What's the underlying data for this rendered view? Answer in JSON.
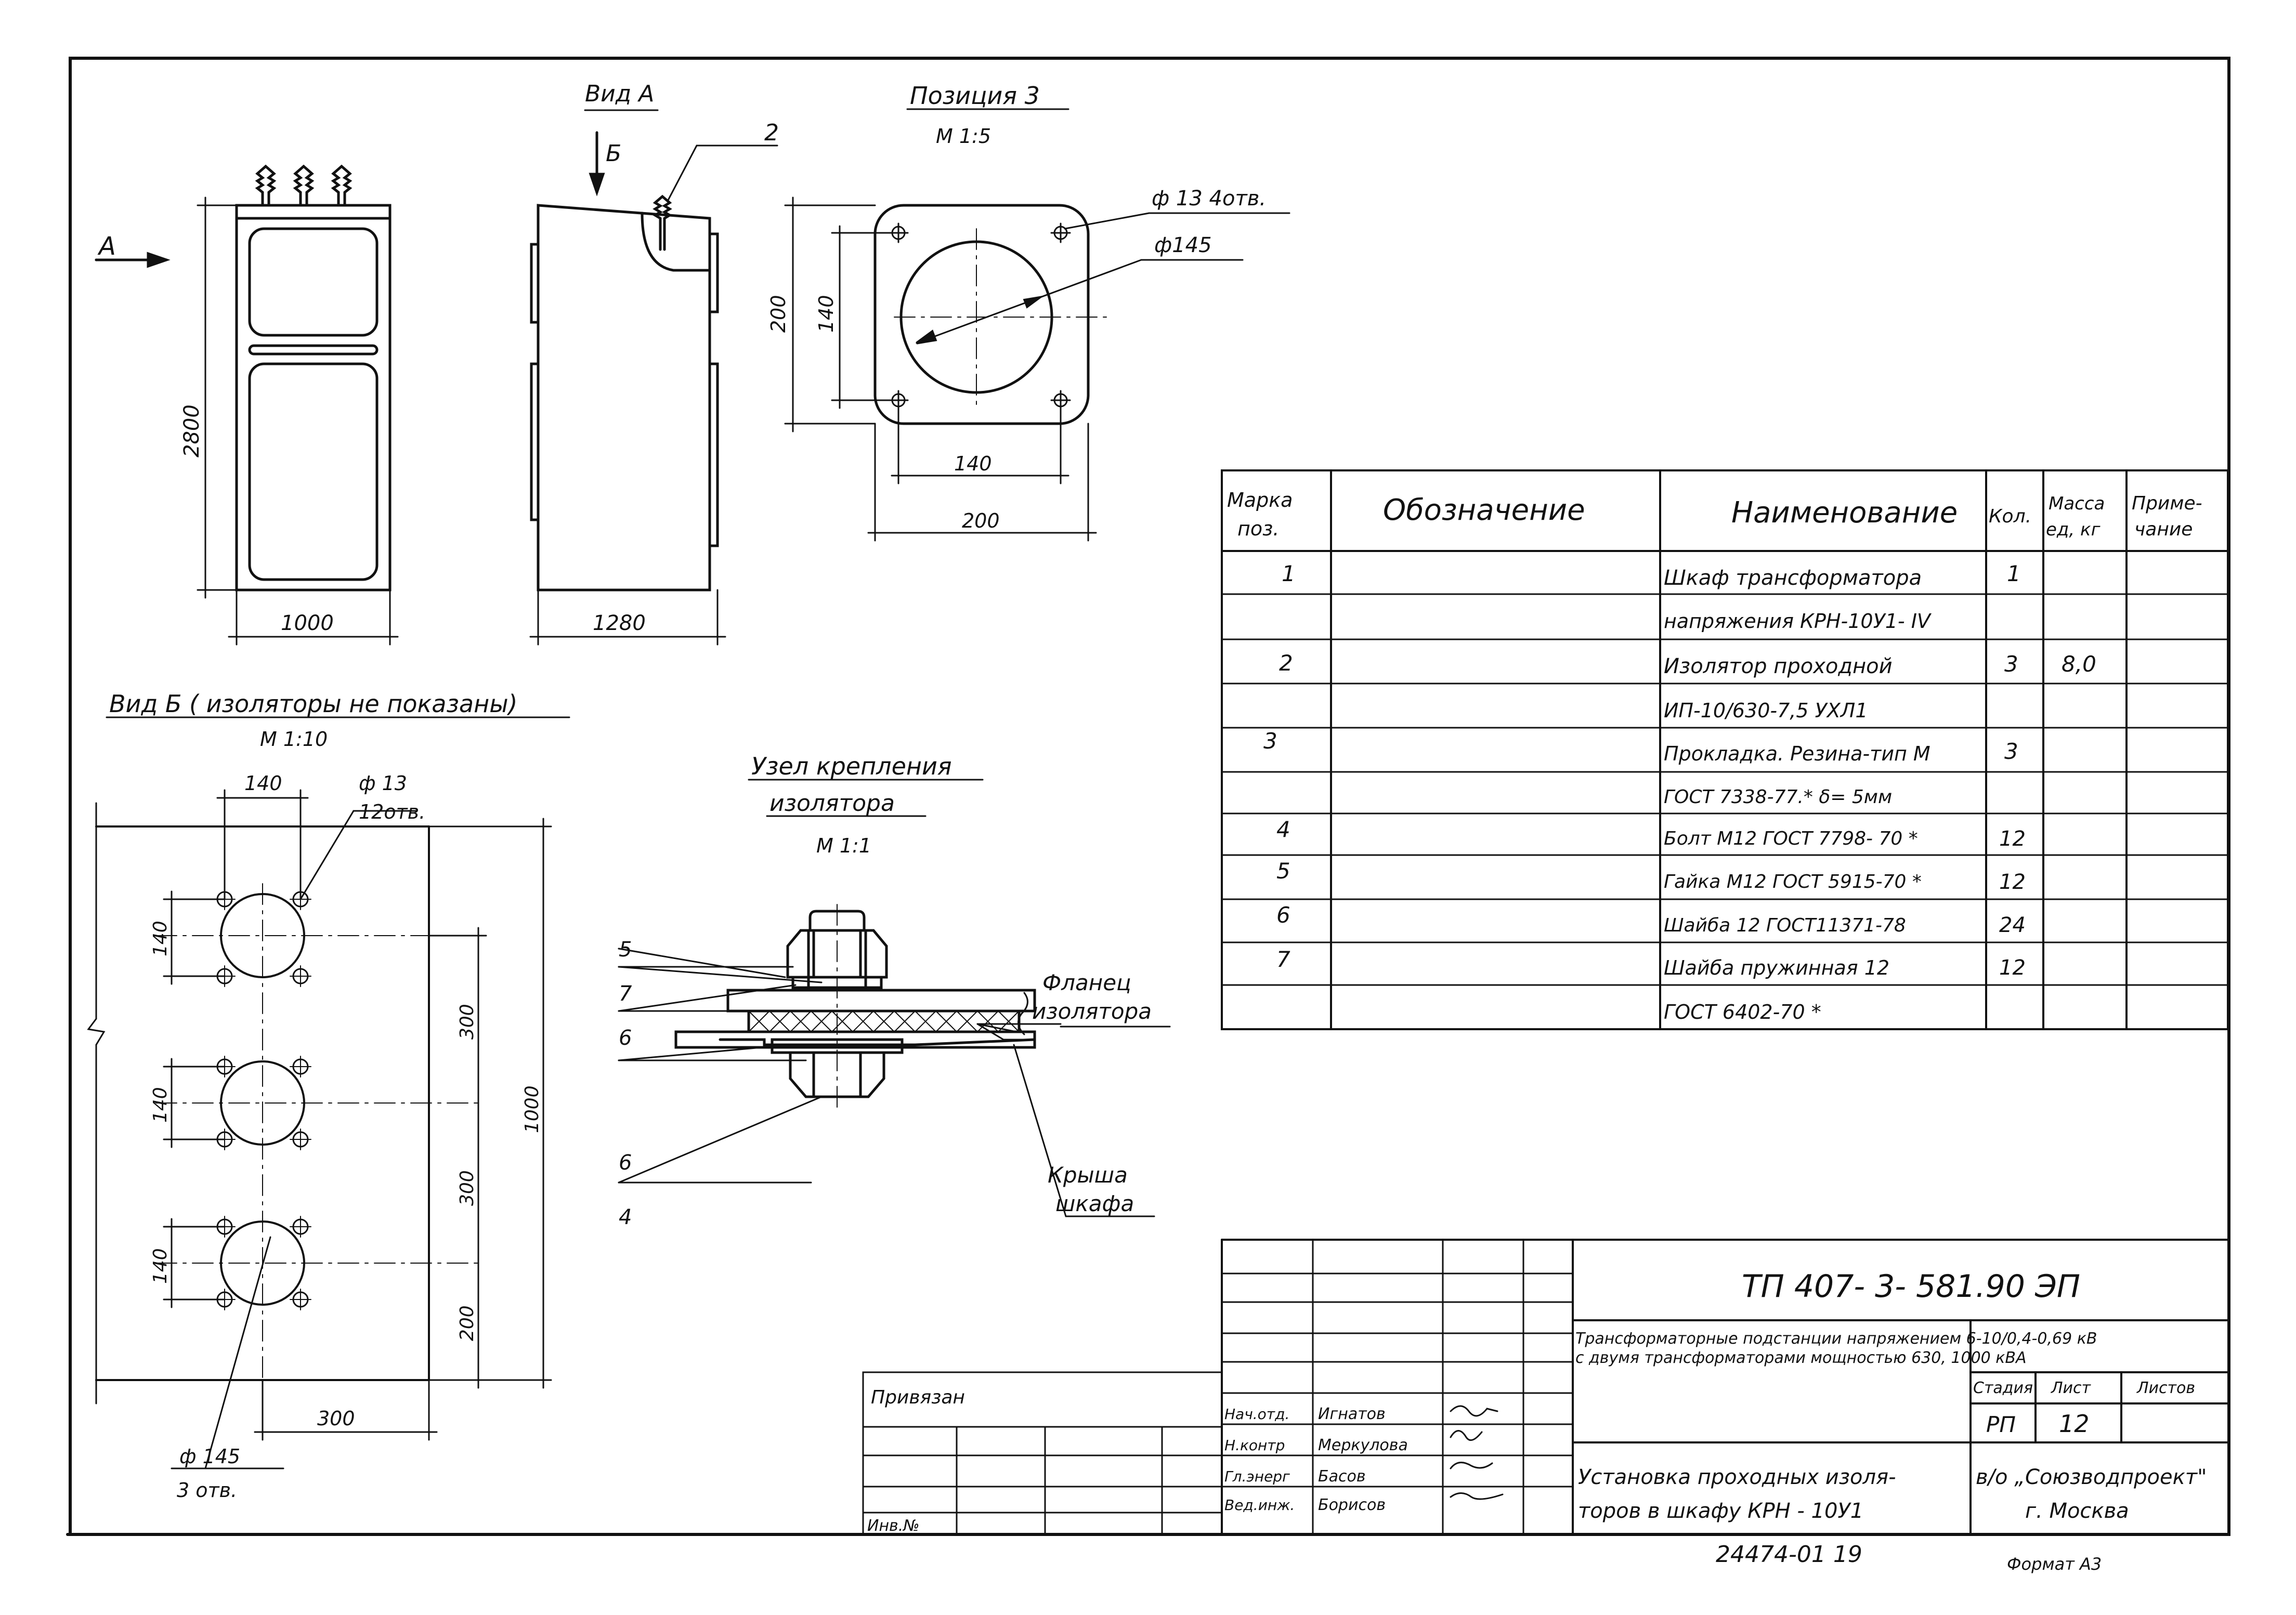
{
  "views": {
    "view_a_title": "Вид А",
    "arrow_b": "Б",
    "arrow_a": "А",
    "label_2": "2",
    "dim_2800": "2800",
    "dim_1000": "1000",
    "dim_1280": "1280",
    "position3_title": "Позиция 3",
    "position3_scale": "М 1:5",
    "phi13_4holes": "ф 13  4отв.",
    "phi145": "ф145",
    "dim_200_v": "200",
    "dim_140_v": "140",
    "dim_140_h": "140",
    "dim_200_h": "200",
    "view_b_title": "Вид Б ( изоляторы не показаны)",
    "view_b_scale": "М 1:10",
    "b_dim_140_top": "140",
    "b_phi13": "ф 13",
    "b_12holes": "12отв.",
    "b_dim_140_1": "140",
    "b_dim_140_2": "140",
    "b_dim_140_3": "140",
    "b_dim_300_1": "300",
    "b_dim_300_2": "300",
    "b_dim_200": "200",
    "b_dim_1000": "1000",
    "b_dim_300_bottom": "300",
    "b_phi145": "ф 145",
    "b_3holes": "3 отв.",
    "node_title_1": "Узел крепления",
    "node_title_2": "изолятора",
    "node_scale": "М 1:1",
    "node_5": "5",
    "node_7": "7",
    "node_6a": "6",
    "node_6b": "6",
    "node_4": "4",
    "flange_1": "Фланец",
    "flange_2": "изолятора",
    "roof_1": "Крыша",
    "roof_2": "шкафа"
  },
  "spec": {
    "headers": {
      "mark_1": "Марка",
      "mark_2": "поз.",
      "designation": "Обозначение",
      "name": "Наименование",
      "qty": "Кол.",
      "mass_1": "Масса",
      "mass_2": "ед, кг",
      "note_1": "Приме-",
      "note_2": "чание"
    },
    "rows": [
      {
        "pos": "1",
        "name": "Шкаф трансформатора",
        "qty": "1",
        "mass": ""
      },
      {
        "pos": "",
        "name": "напряжения КРН-10У1- IV",
        "qty": "",
        "mass": ""
      },
      {
        "pos": "2",
        "name": "Изолятор проходной",
        "qty": "3",
        "mass": "8,0"
      },
      {
        "pos": "",
        "name": "ИП-10/630-7,5 УХЛ1",
        "qty": "",
        "mass": ""
      },
      {
        "pos": "3",
        "name": "Прокладка. Резина-тип М",
        "qty": "3",
        "mass": ""
      },
      {
        "pos": "",
        "name": "ГОСТ 7338-77.* δ= 5мм",
        "qty": "",
        "mass": ""
      },
      {
        "pos": "4",
        "name": "Болт М12 ГОСТ 7798- 70 *",
        "qty": "12",
        "mass": ""
      },
      {
        "pos": "5",
        "name": "Гайка М12 ГОСТ 5915-70 *",
        "qty": "12",
        "mass": ""
      },
      {
        "pos": "6",
        "name": "Шайба 12 ГОСТ11371-78",
        "qty": "24",
        "mass": ""
      },
      {
        "pos": "7",
        "name": "Шайба пружинная 12",
        "qty": "12",
        "mass": ""
      },
      {
        "pos": "",
        "name": "ГОСТ 6402-70 *",
        "qty": "",
        "mass": ""
      }
    ]
  },
  "stamp": {
    "doc_number": "ТП  407- 3- 581.90  ЭП",
    "subtitle_1": "Трансформаторные подстанции напряжением 6-10/0,4-0,69 кВ",
    "subtitle_2": "с двумя трансформаторами мощностью 630, 1000 кВА",
    "stage_label": "Стадия",
    "sheet_label": "Лист",
    "sheets_label": "Листов",
    "stage": "РП",
    "sheet": "12",
    "title_1": "Установка проходных изоля-",
    "title_2": "торов в шкафу КРН - 10У1",
    "org_1": "в/о „Союзводпроект\"",
    "org_2": "г. Москва",
    "attached": "Привязан",
    "inv_no": "Инв.№",
    "people": [
      {
        "role": "Нач.отд.",
        "name": "Игнатов"
      },
      {
        "role": "Н.контр",
        "name": "Меркулова"
      },
      {
        "role": "Гл.энерг",
        "name": "Басов"
      },
      {
        "role": "Вед.инж.",
        "name": "Борисов"
      }
    ],
    "archive_no": "24474-01   19",
    "format": "Формат А3"
  }
}
